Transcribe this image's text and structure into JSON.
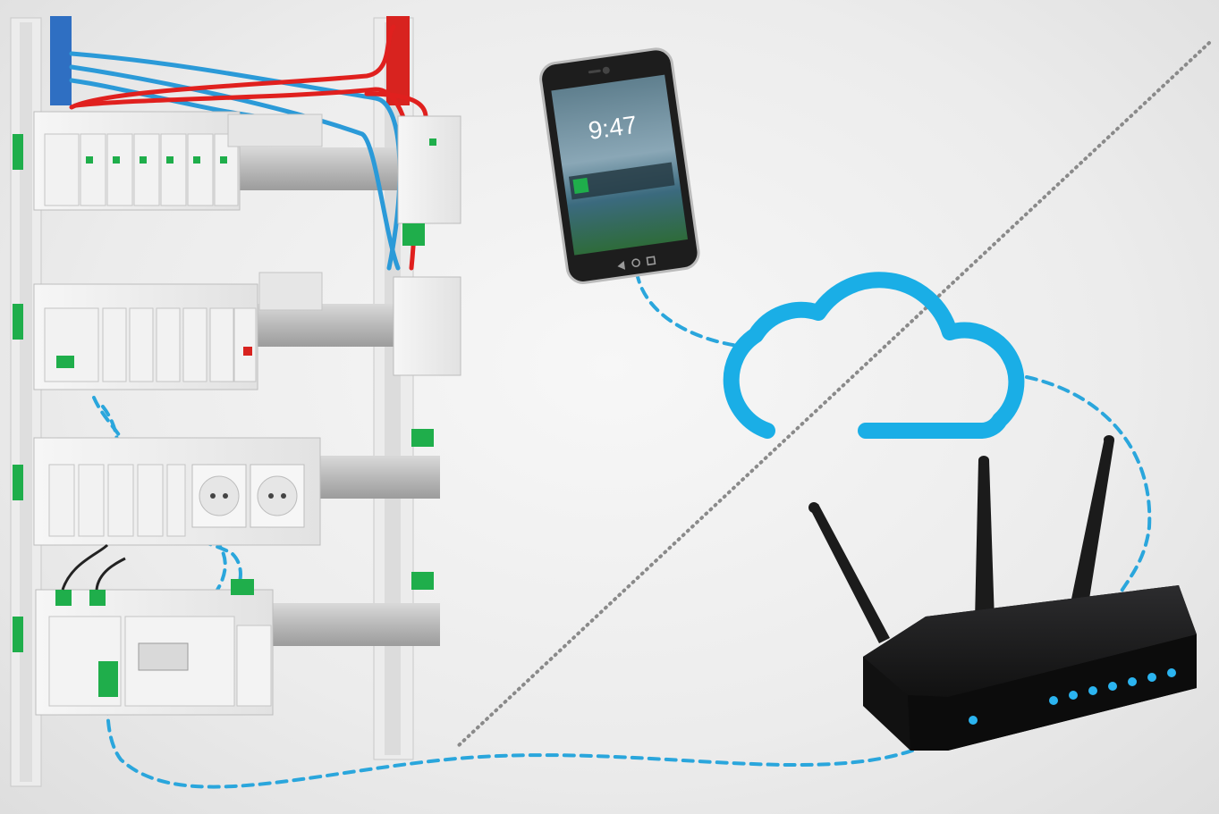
{
  "colors": {
    "background": "#ececec",
    "cloud": "#1aaee6",
    "link_dashes": "#2aa6dc",
    "router_body": "#1c1c1e",
    "router_leds": "#2bb4f0",
    "divider_line": "#8a8a8a",
    "live_wire": "#e0201e",
    "neutral_wire": "#2b9ad8",
    "module_green": "#1fae4b"
  },
  "icons": {
    "smartphone": "smartphone-icon",
    "cloud": "cloud-icon",
    "router": "wifi-router-icon",
    "electrical_panel": "electrical-panel-icon"
  },
  "phone_screen": {
    "time": "9:47"
  },
  "router": {
    "led_count": 8,
    "antenna_count": 3
  }
}
